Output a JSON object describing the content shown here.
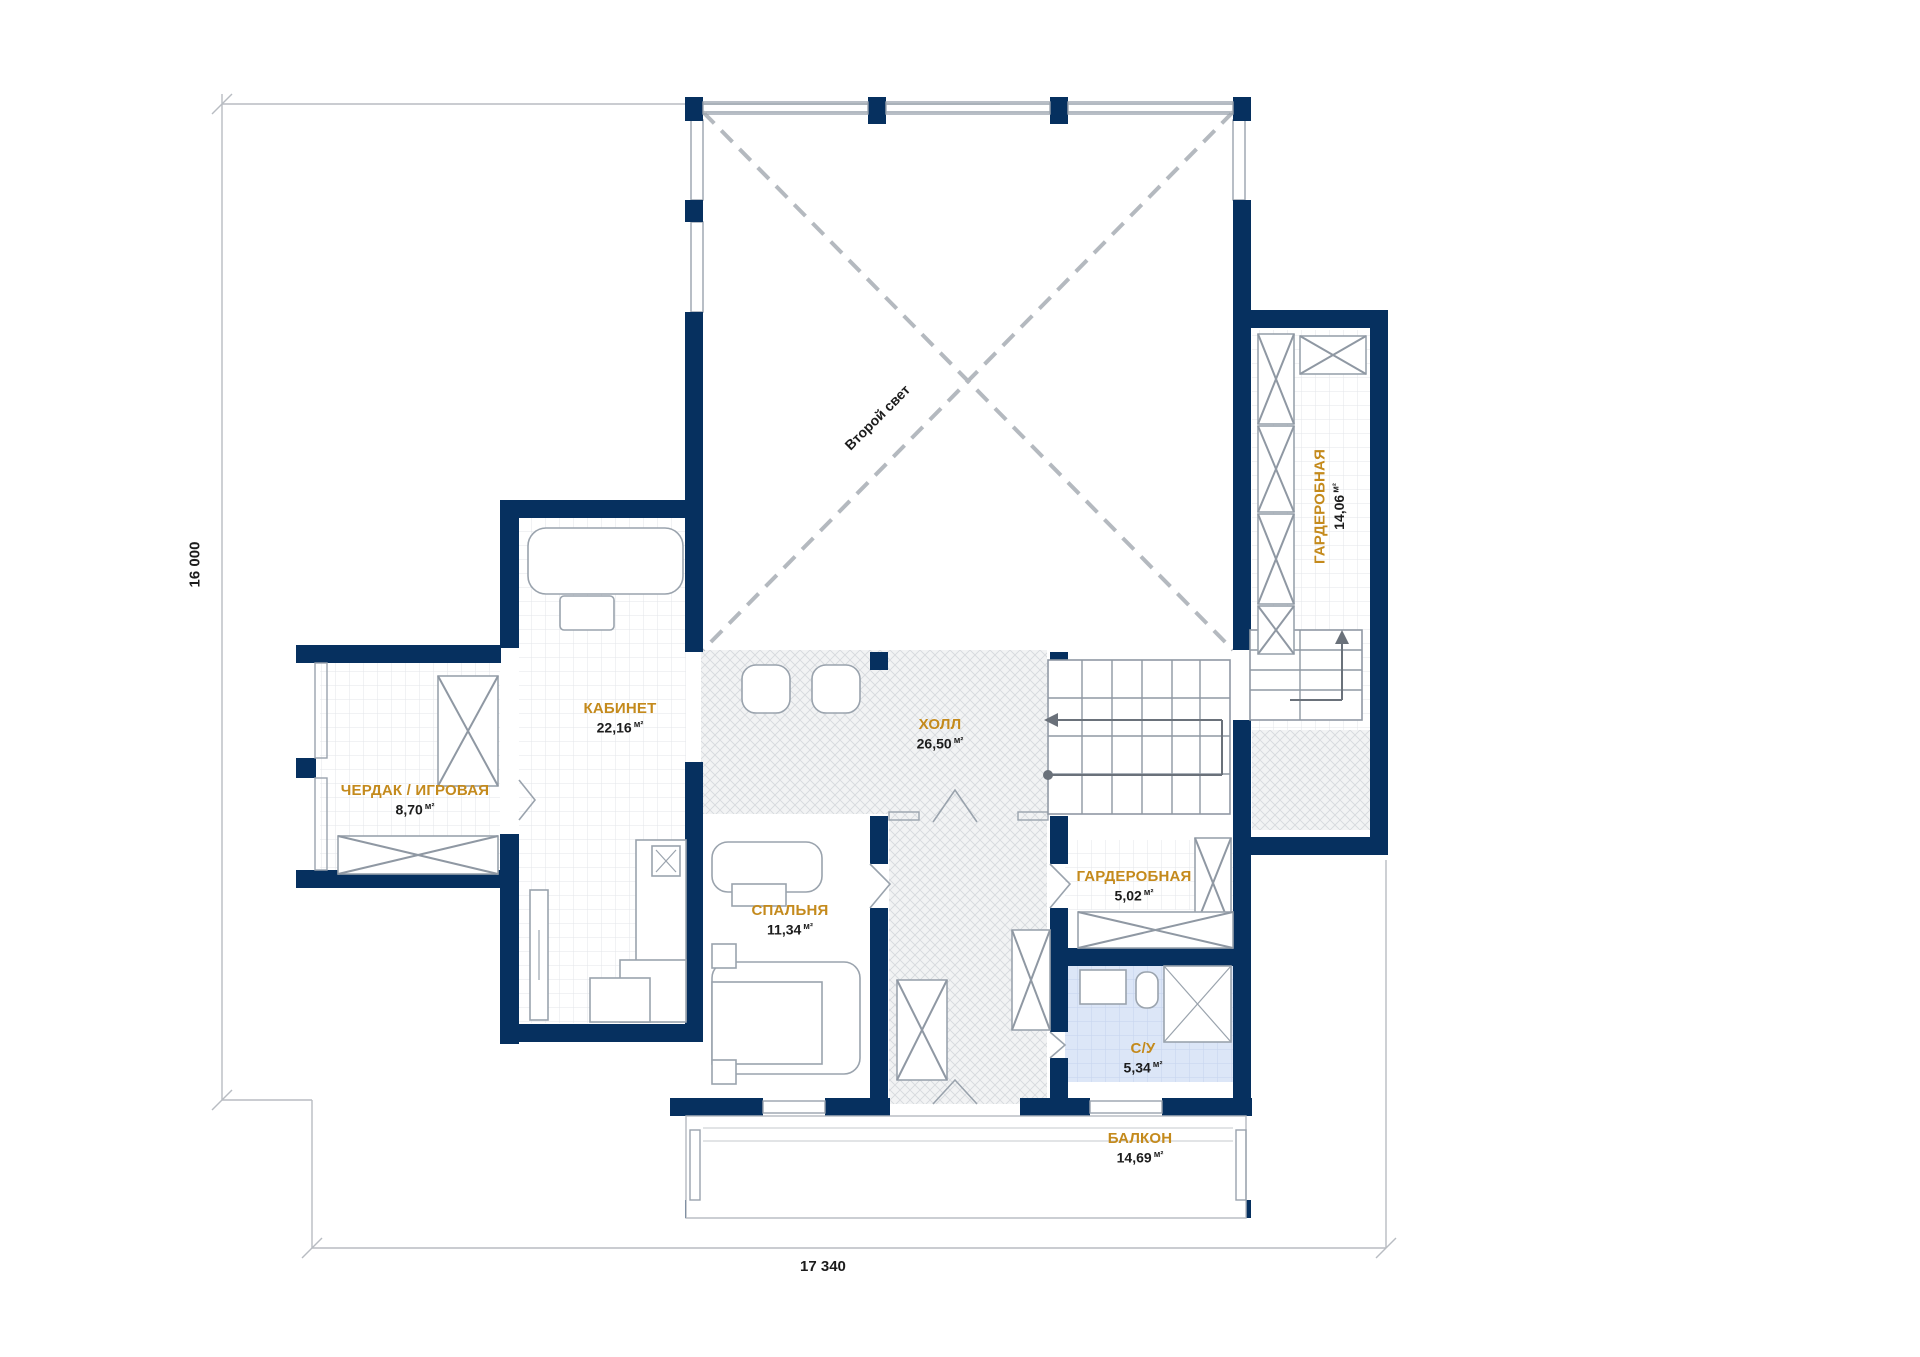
{
  "colors": {
    "wall": "#06305f",
    "label": "#c48a1c",
    "text": "#1c1c1c",
    "tile_blue": "#dce6f7"
  },
  "dimensions": {
    "width": "17 340",
    "height": "16 000"
  },
  "second_light": "Второй свет",
  "rooms": {
    "cabinet": {
      "name": "КАБИНЕТ",
      "area": "22,16",
      "unit": "м²"
    },
    "attic": {
      "name": "ЧЕРДАК / ИГРОВАЯ",
      "area": "8,70",
      "unit": "м²"
    },
    "hall": {
      "name": "ХОЛЛ",
      "area": "26,50",
      "unit": "м²"
    },
    "bedroom": {
      "name": "СПАЛЬНЯ",
      "area": "11,34",
      "unit": "м²"
    },
    "wardrobe_small": {
      "name": "ГАРДЕРОБНАЯ",
      "area": "5,02",
      "unit": "м²"
    },
    "bathroom": {
      "name": "С/У",
      "area": "5,34",
      "unit": "м²"
    },
    "balcony": {
      "name": "БАЛКОН",
      "area": "14,69",
      "unit": "м²"
    },
    "wardrobe_large": {
      "name": "ГАРДЕРОБНАЯ",
      "area": "14,06",
      "unit": "м²"
    }
  }
}
